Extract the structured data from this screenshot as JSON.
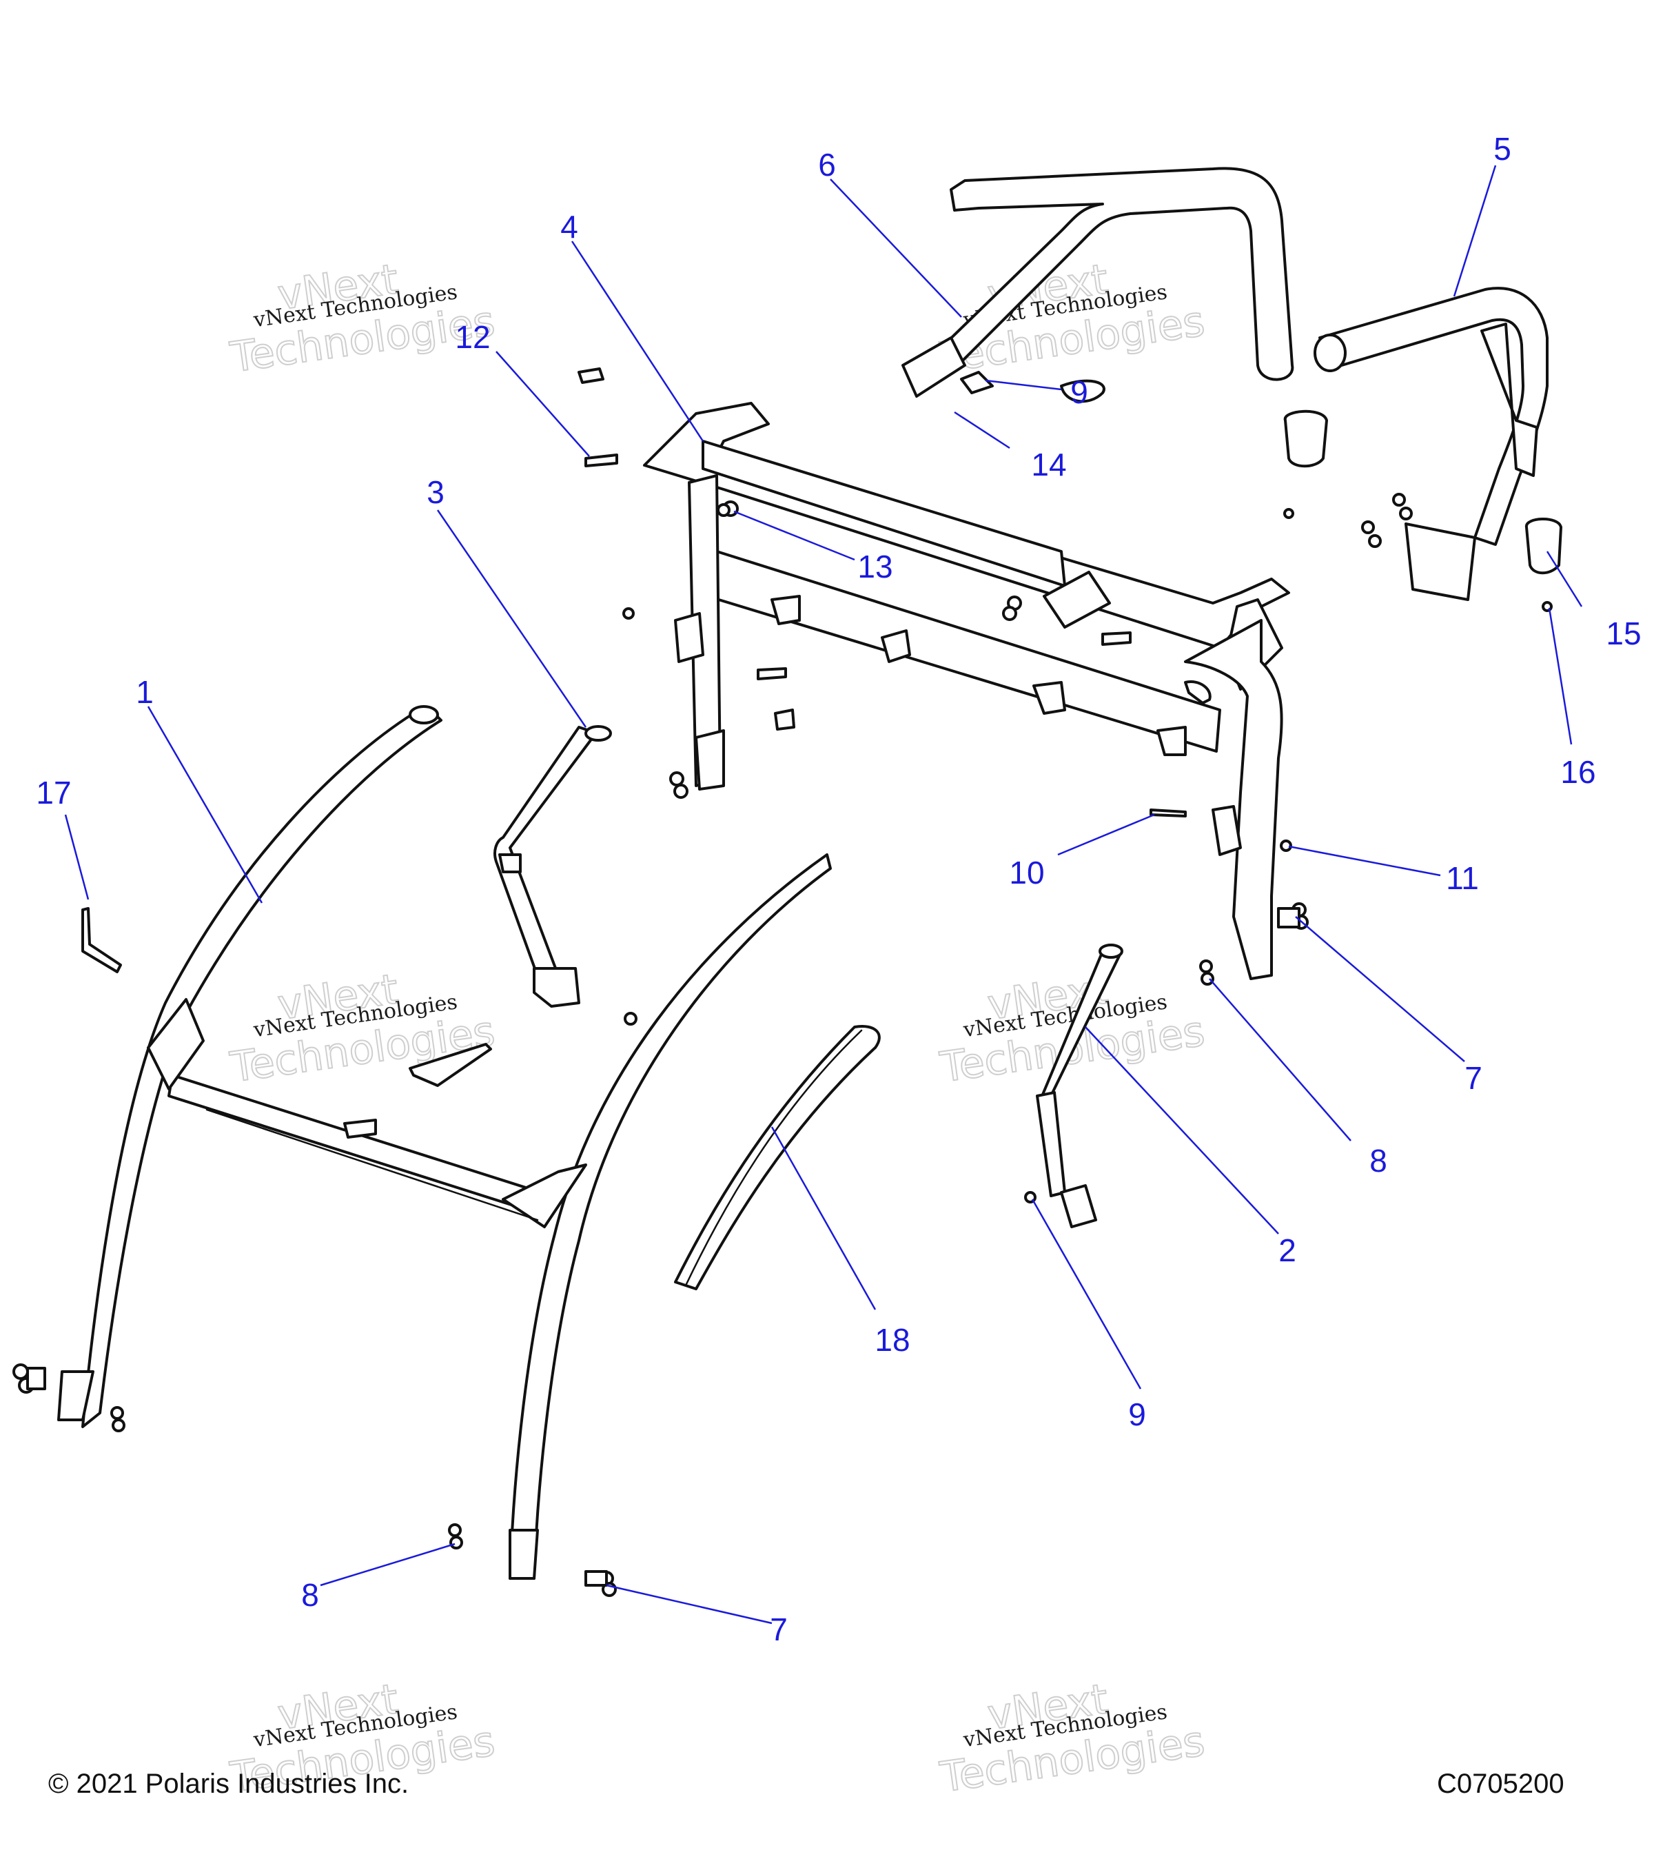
{
  "callouts": [
    {
      "number": "1"
    },
    {
      "number": "2"
    },
    {
      "number": "3"
    },
    {
      "number": "4"
    },
    {
      "number": "5"
    },
    {
      "number": "6"
    },
    {
      "number": "7"
    },
    {
      "number": "7"
    },
    {
      "number": "8"
    },
    {
      "number": "8"
    },
    {
      "number": "9"
    },
    {
      "number": "9"
    },
    {
      "number": "10"
    },
    {
      "number": "11"
    },
    {
      "number": "12"
    },
    {
      "number": "13"
    },
    {
      "number": "14"
    },
    {
      "number": "15"
    },
    {
      "number": "16"
    },
    {
      "number": "17"
    },
    {
      "number": "18"
    }
  ],
  "watermark": {
    "line1": "vNext Technologies",
    "line2a": "vNext",
    "line2b": "Technologies"
  },
  "footer": {
    "copyright": "© 2021 Polaris Industries Inc.",
    "drawing_number": "C0705200"
  },
  "colors": {
    "callout": "#1a1adc",
    "line_art": "#111111",
    "background": "#ffffff"
  }
}
